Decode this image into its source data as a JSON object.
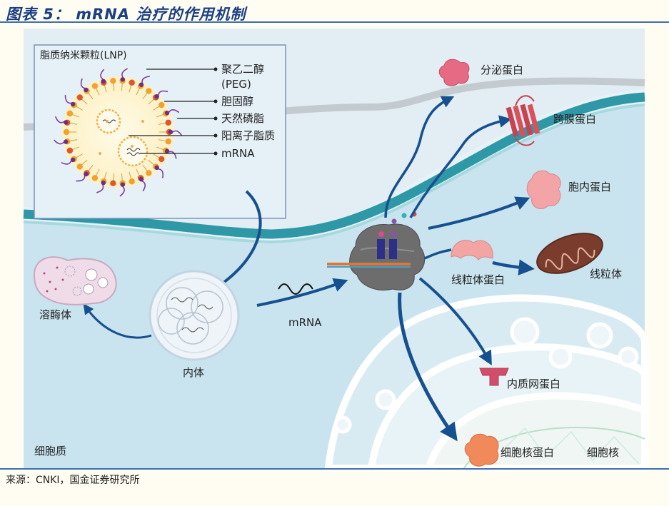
{
  "title": "图表 5： mRNA 治疗的作用机制",
  "source": "来源：CNKI，国金证券研究所",
  "labels": {
    "lnp_box_title": "脂质纳米颗粒(LNP)",
    "peg_line1": "聚乙二醇",
    "peg_line2": "(PEG)",
    "cholesterol": "胆固醇",
    "phospholipid": "天然磷脂",
    "cationic_lipid": "阳离子脂质",
    "mrna_lnp": "mRNA",
    "secreted_protein": "分泌蛋白",
    "transmembrane_protein": "跨膜蛋白",
    "intracellular_protein": "胞内蛋白",
    "mito_protein": "线粒体蛋白",
    "mitochondria": "线粒体",
    "lysosome": "溶酶体",
    "endosome": "内体",
    "mrna_free": "mRNA",
    "er_protein": "内质网蛋白",
    "nuclear_protein": "细胞核蛋白",
    "nucleus": "细胞核",
    "cytoplasm": "细胞质"
  }
}
